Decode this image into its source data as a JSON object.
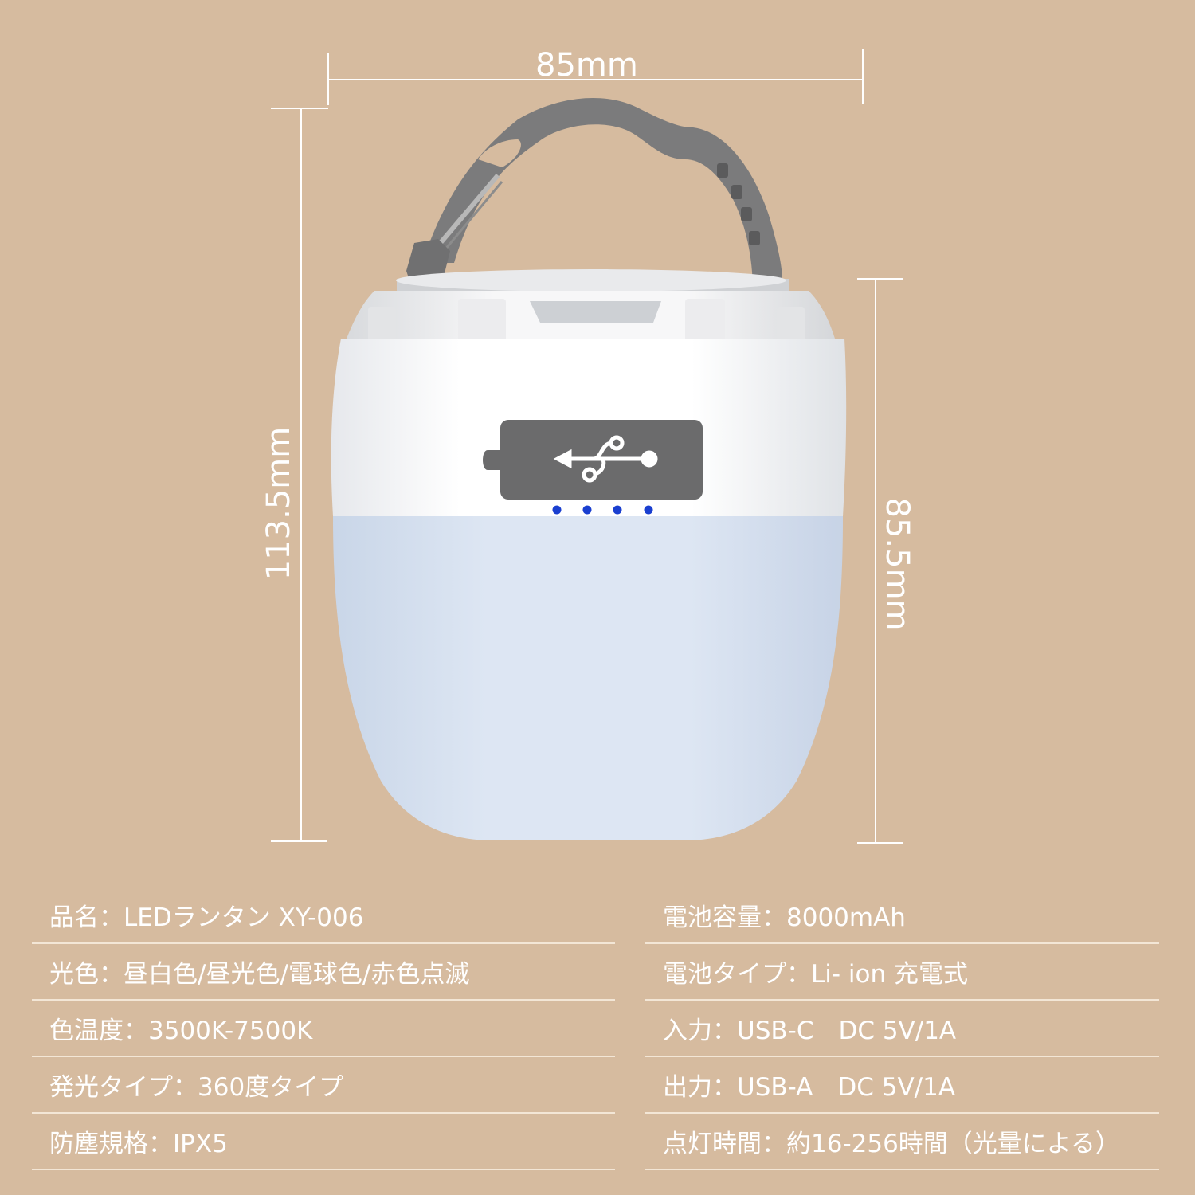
{
  "dimensions": {
    "width": "85mm",
    "height": "113.5mm",
    "lamp_height": "85.5mm"
  },
  "product": {
    "battery_indicator_dots": 4,
    "accent_color": "#1a3fd0",
    "body_color": "#ffffff",
    "diffuser_color": "#d5e0ef",
    "handle_color": "#7a7a7a",
    "port_icon": "usb-icon"
  },
  "specs": {
    "left": [
      "品名：LEDランタン XY-006",
      "光色：昼白色/昼光色/電球色/赤色点滅",
      "色温度：3500K-7500K",
      "発光タイプ：360度タイプ",
      "防塵規格：IPX5"
    ],
    "right": [
      "電池容量：8000mAh",
      "電池タイプ：Li- ion 充電式",
      "入力：USB-C　DC 5V/1A",
      "出力：USB-A　DC 5V/1A",
      "点灯時間：約16-256時間（光量による）"
    ]
  }
}
